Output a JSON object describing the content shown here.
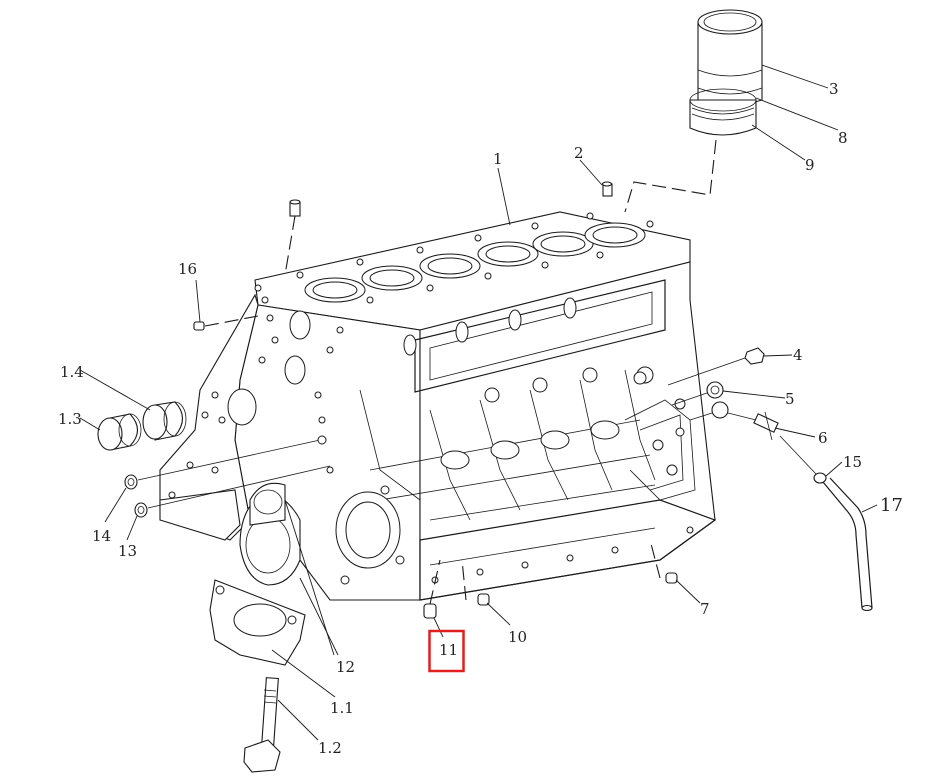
{
  "diagram": {
    "callouts": [
      {
        "id": "c1",
        "text": "1"
      },
      {
        "id": "c2",
        "text": "2"
      },
      {
        "id": "c3",
        "text": "3"
      },
      {
        "id": "c4",
        "text": "4"
      },
      {
        "id": "c5",
        "text": "5"
      },
      {
        "id": "c6",
        "text": "6"
      },
      {
        "id": "c7",
        "text": "7"
      },
      {
        "id": "c8",
        "text": "8"
      },
      {
        "id": "c9",
        "text": "9"
      },
      {
        "id": "c10",
        "text": "10"
      },
      {
        "id": "c11",
        "text": "11"
      },
      {
        "id": "c12",
        "text": "12"
      },
      {
        "id": "c13",
        "text": "13"
      },
      {
        "id": "c14",
        "text": "14"
      },
      {
        "id": "c15",
        "text": "15"
      },
      {
        "id": "c16",
        "text": "16"
      },
      {
        "id": "c17",
        "text": "17"
      },
      {
        "id": "c1_1",
        "text": "1.1"
      },
      {
        "id": "c1_2",
        "text": "1.2"
      },
      {
        "id": "c1_3",
        "text": "1.3"
      },
      {
        "id": "c1_4",
        "text": "1.4"
      }
    ],
    "highlighted_callout": "11",
    "highlight_color": "#e02020",
    "line_color": "#1a1a1a",
    "background_color": "#ffffff"
  }
}
